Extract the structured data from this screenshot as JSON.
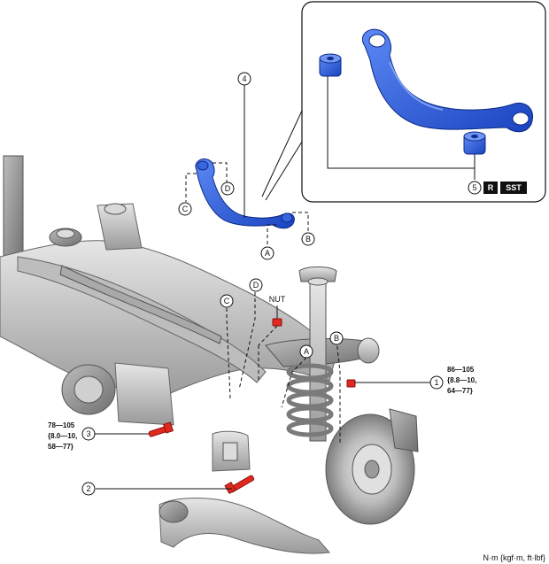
{
  "labels": {
    "A": "A",
    "B": "B",
    "C": "C",
    "D": "D",
    "nut": "NUT"
  },
  "callouts": {
    "n1": "1",
    "n2": "2",
    "n3": "3",
    "n4": "4",
    "n5": "5"
  },
  "badges": {
    "r": "R",
    "sst": "SST"
  },
  "torque_1": {
    "line1": "86—105",
    "line2": "{8.8—10,",
    "line3": "64—77}"
  },
  "torque_3": {
    "line1": "78—105",
    "line2": "{8.0—10,",
    "line3": "58—77}"
  },
  "units": "N·m {kgf·m, ft·lbf}",
  "colors": {
    "part_blue": "#1f4fd1",
    "part_blue_light": "#4f7df0",
    "bolt_red": "#e0281f",
    "metal_gray": "#c9c9c9",
    "metal_dark": "#8c8c8c"
  },
  "icons": [
    "upper-arm-icon",
    "bushing-icon",
    "bolt-icon",
    "nut-icon",
    "subframe-icon",
    "shock-absorber-icon",
    "coil-spring-icon",
    "brake-disc-icon",
    "lower-arm-icon"
  ]
}
